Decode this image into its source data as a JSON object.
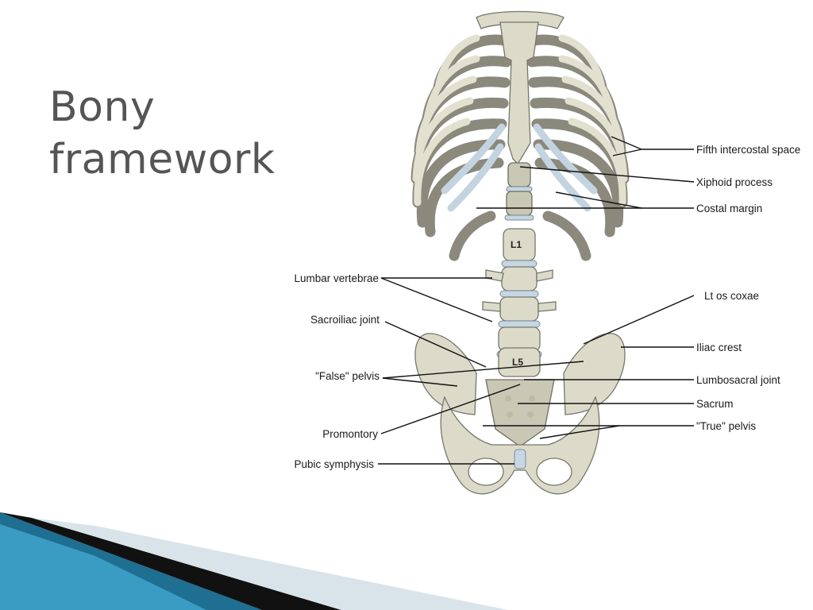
{
  "slide": {
    "title_line1": "Bony",
    "title_line2": "framework"
  },
  "diagram": {
    "vertebra_labels": [
      "L1",
      "L5"
    ],
    "labels": {
      "fifth_intercostal_space": "Fifth intercostal space",
      "xiphoid_process": "Xiphoid process",
      "costal_margin": "Costal margin",
      "lumbar_vertebrae": "Lumbar vertebrae",
      "lt_os_coxae": "Lt os coxae",
      "sacroiliac_joint": "Sacroiliac joint",
      "iliac_crest": "Iliac crest",
      "false_pelvis": "\"False\" pelvis",
      "lumbosacral_joint": "Lumbosacral joint",
      "sacrum": "Sacrum",
      "promontory": "Promontory",
      "true_pelvis": "\"True\" pelvis",
      "pubic_symphysis": "Pubic symphysis"
    }
  },
  "colors": {
    "bone": "#dcdbc9",
    "cartilage": "#c6d6e2",
    "title": "#555555",
    "footer_band": "#2a86ab"
  }
}
